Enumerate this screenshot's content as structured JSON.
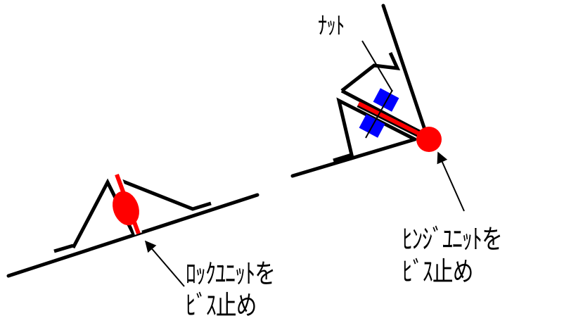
{
  "labels": {
    "nut": "ﾅｯﾄ",
    "lock_line1": "ﾛｯｸﾕﾆｯﾄを",
    "lock_line2": "ﾋﾞｽ止め",
    "hinge_line1": "ﾋﾝｼﾞﾕﾆｯﾄを",
    "hinge_line2": "ﾋﾞｽ止め"
  },
  "colors": {
    "line": "#000000",
    "screw": "#ff0000",
    "nut": "#0000ff"
  }
}
